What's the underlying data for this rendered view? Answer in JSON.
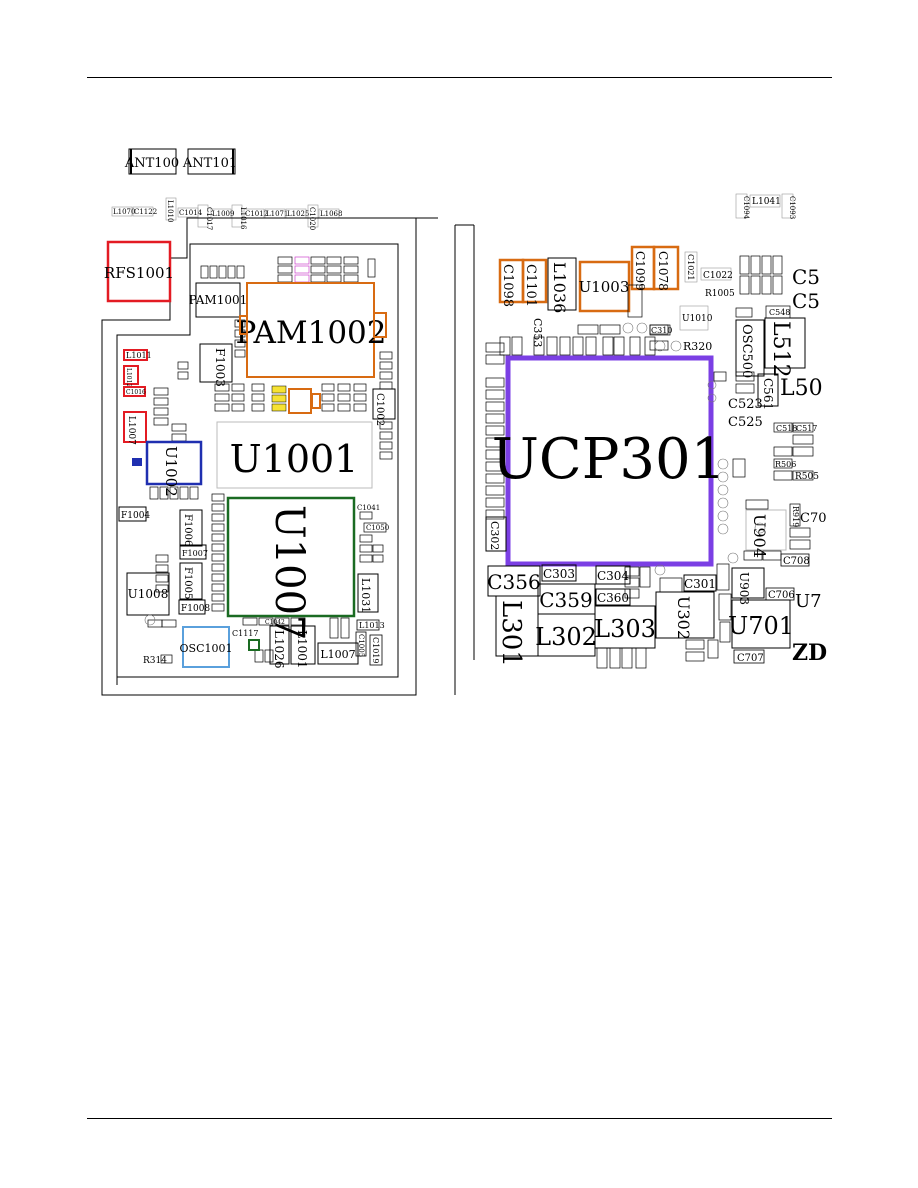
{
  "antennas": [
    "ANT100",
    "ANT101"
  ],
  "top_row_labels": [
    "L1070",
    "C1122",
    "L1010",
    "C1014",
    "C1017",
    "L1009",
    "L1016",
    "C1012",
    "L1071",
    "L1025",
    "C1020",
    "L1068"
  ],
  "top_right_labels": [
    "C1094",
    "L1041",
    "C1093"
  ],
  "left_panel": {
    "highlighted": [
      {
        "label": "RFS1001",
        "color": "#e31b23"
      },
      {
        "label": "PAM1002",
        "color": "#d86b12"
      },
      {
        "label": "U1002",
        "color": "#1f2fb0"
      },
      {
        "label": "U1007",
        "color": "#1a6b22"
      },
      {
        "label": "OSC1001",
        "color": "#5aa0dc"
      },
      {
        "label": "L1011",
        "color": "#e31b23"
      },
      {
        "label": "L1012",
        "color": "#e31b23"
      },
      {
        "label": "C1016",
        "color": "#e31b23"
      },
      {
        "label": "L1007",
        "color": "#e31b23"
      }
    ],
    "components": [
      "PAM1001",
      "F1003",
      "U1001",
      "F1004",
      "F1006",
      "F1007",
      "F1005",
      "U1008",
      "F1008",
      "R314",
      "L1031",
      "L1026",
      "L1001",
      "L1007",
      "L1013",
      "C1019",
      "C1005",
      "C1117",
      "C1041",
      "C1050",
      "C1002",
      "C1042"
    ]
  },
  "right_panel": {
    "highlighted": [
      {
        "label": "UCP301",
        "color": "#7b3fe4"
      },
      {
        "label": "C1098",
        "color": "#d86b12"
      },
      {
        "label": "C1101",
        "color": "#d86b12"
      },
      {
        "label": "U1003",
        "color": "#d86b12"
      },
      {
        "label": "C1099",
        "color": "#d86b12"
      },
      {
        "label": "C1078",
        "color": "#d86b12"
      }
    ],
    "components": [
      "L1036",
      "C1021",
      "C1022",
      "R1005",
      "U1010",
      "R320",
      "OSC500",
      "L512",
      "L50",
      "C5",
      "C5",
      "C523",
      "C525",
      "C561",
      "C356",
      "C303",
      "C304",
      "C359",
      "C360",
      "C301",
      "L301",
      "L302",
      "L303",
      "U302",
      "U701",
      "U903",
      "U904",
      "C706",
      "C708",
      "C707",
      "C353",
      "C302",
      "C310",
      "C548",
      "R919",
      "C70",
      "U7",
      "ZD",
      "R505",
      "R506",
      "C518",
      "C517"
    ]
  }
}
